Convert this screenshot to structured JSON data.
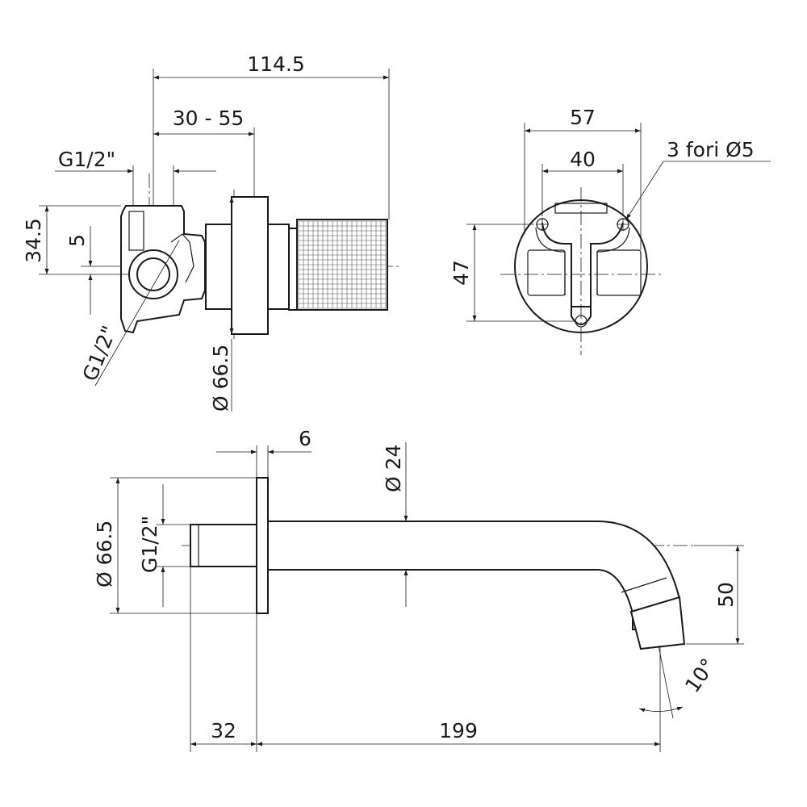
{
  "top_view": {
    "dim_length": "114.5",
    "dim_wall_range": "30 - 55",
    "dim_inlet_thread": "G1/2\"",
    "dim_height": "34.5",
    "dim_offset": "5",
    "dim_outlet_thread": "G1/2\"",
    "dim_plate_diameter": "Ø 66.5"
  },
  "front_view": {
    "dim_width_outer": "57",
    "dim_width_holes": "40",
    "dim_height": "47",
    "holes_note": "3 fori Ø5"
  },
  "spout_view": {
    "dim_plate_thickness": "6",
    "dim_spout_diameter": "Ø 24",
    "dim_plate_diameter": "Ø 66.5",
    "dim_thread": "G1/2\"",
    "dim_drop": "50",
    "dim_angle": "10°",
    "dim_body": "32",
    "dim_projection": "199"
  }
}
